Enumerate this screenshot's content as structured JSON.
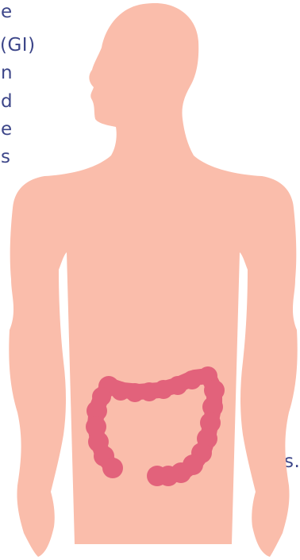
{
  "text_fragments": [
    "e",
    "(GI)",
    "n",
    "d",
    "e",
    "s",
    "s."
  ],
  "colors": {
    "text": "#3d4689",
    "body": "#fabdab",
    "colon": "#e2627b",
    "background": "#ffffff"
  },
  "illustration": {
    "subject": "human-torso-silhouette",
    "organ": "colon"
  }
}
